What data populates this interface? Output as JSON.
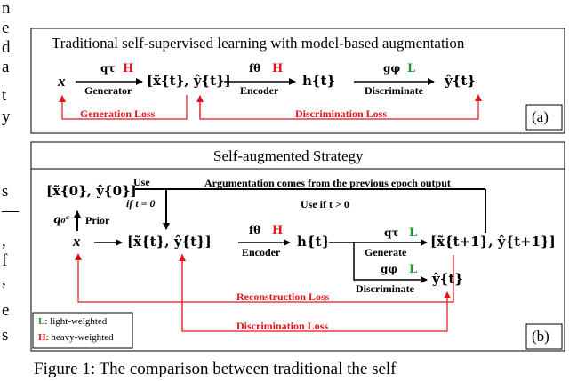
{
  "left_margin_text": [
    "n",
    "e",
    "d",
    "a",
    "t",
    "y",
    "s",
    "—",
    ",",
    "f",
    ",",
    "e",
    "s"
  ],
  "panel_a": {
    "title": "Traditional self-supervised learning with model-based augmentation",
    "tag": "(a)",
    "x": "x",
    "gen_fn": "qτ",
    "gen_weight": "H",
    "gen_label": "Generator",
    "aug_pair": "[x̃{t}, ŷ{t}]",
    "enc_fn": "fθ",
    "enc_weight": "H",
    "enc_label": "Encoder",
    "h": "h{t}",
    "disc_fn": "gφ",
    "disc_weight": "L",
    "disc_label": "Discriminate",
    "y_out": "ŷ{t}",
    "generation_loss": "Generation Loss",
    "discrimination_loss": "Discrimination Loss"
  },
  "panel_b": {
    "title": "Self-augmented Strategy",
    "tag": "(b)",
    "init_pair": "[x̃{0}, ŷ{0}]",
    "use": "Use",
    "if_t0": "if t = 0",
    "prev_epoch": "Argumentation comes from the previous epoch output",
    "use_if_t": "Use if t > 0",
    "prior_fn": "q₀ᶜ",
    "prior": "Prior",
    "x": "x",
    "aug_pair": "[x̃{t}, ŷ{t}]",
    "enc_fn": "fθ",
    "enc_weight": "H",
    "enc_label": "Encoder",
    "h": "h{t}",
    "gen_fn": "qτ",
    "gen_weight": "L",
    "gen_label": "Generate",
    "disc_fn": "gφ",
    "disc_weight": "L",
    "disc_label": "Discriminate",
    "next_pair": "[x̃{t+1}, ŷ{t+1}]",
    "y_out": "ŷ{t}",
    "reconstruction_loss": "Reconstruction Loss",
    "discrimination_loss": "Discrimination Loss",
    "legend_L": "L",
    "legend_L_text": ": light-weighted",
    "legend_H": "H",
    "legend_H_text": ": heavy-weighted"
  },
  "caption": "Figure 1: The comparison between traditional the self",
  "colors": {
    "red": "#e0141b",
    "green": "#1a9a2c",
    "black": "#000000"
  }
}
